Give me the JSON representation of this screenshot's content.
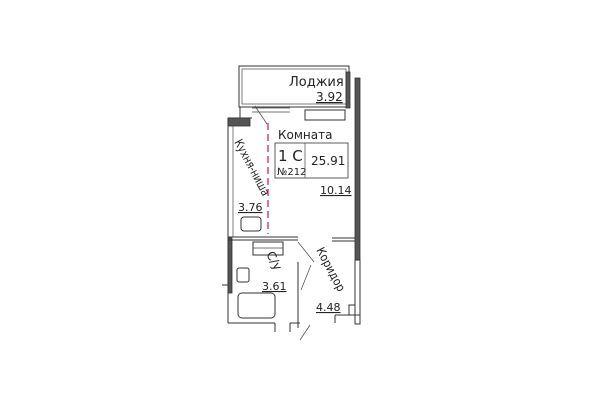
{
  "plan": {
    "loggia": {
      "name": "Лоджия",
      "area": "3.92"
    },
    "room": {
      "name": "Комната",
      "area": "10.14"
    },
    "kitchen": {
      "name": "Кухня-ниша",
      "area": "3.76"
    },
    "bathroom": {
      "name": "С/у",
      "area": "3.61"
    },
    "corridor": {
      "name": "Коридор",
      "area": "4.48"
    },
    "apartment": {
      "type": "1 С",
      "number": "№212",
      "total_area": "25.91"
    }
  },
  "colors": {
    "walls": "#555555",
    "kitchen_divider": "#d6336c"
  }
}
